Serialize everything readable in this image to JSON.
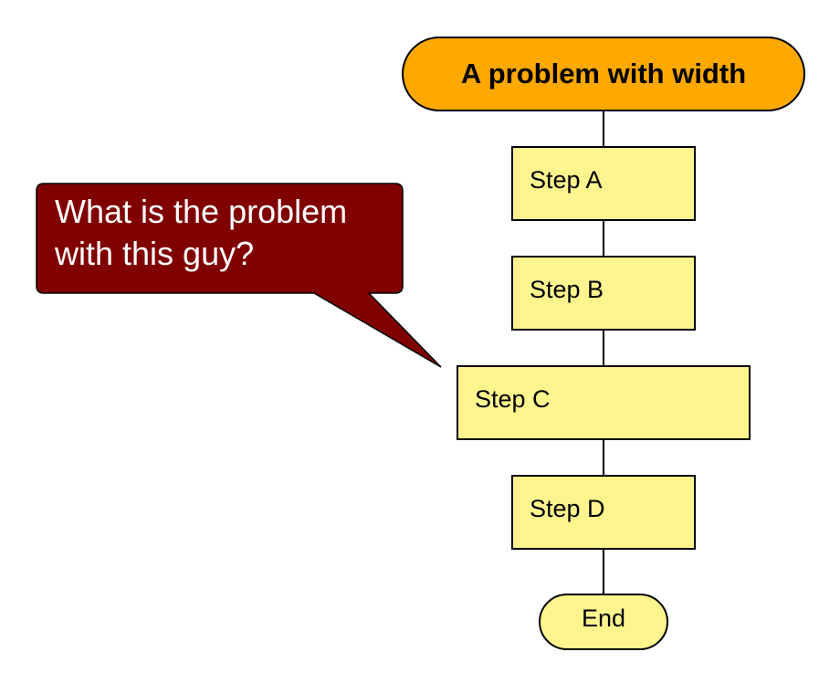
{
  "flowchart": {
    "start": {
      "label": "A problem with width",
      "fill": "#FFA800"
    },
    "steps": [
      {
        "label": "Step A"
      },
      {
        "label": "Step B"
      },
      {
        "label": "Step C"
      },
      {
        "label": "Step D"
      }
    ],
    "end": {
      "label": "End"
    },
    "step_fill": "#FFF58F"
  },
  "callout": {
    "text": "What is the problem with this guy?",
    "fill": "#800000"
  }
}
